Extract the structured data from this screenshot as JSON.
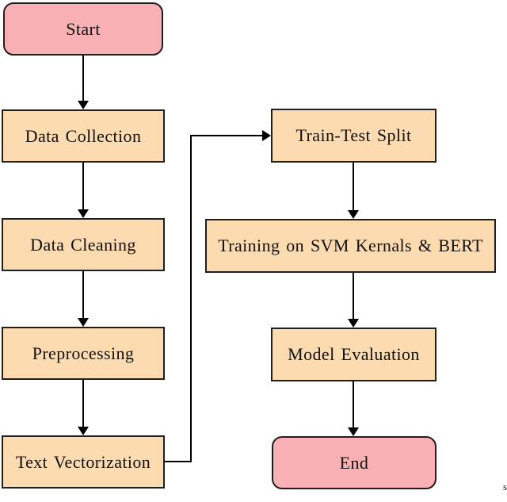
{
  "diagram": {
    "type": "flowchart",
    "background": "#ffffff",
    "colors": {
      "terminal_fill": "#fab1b5",
      "process_fill": "#fcdbb0",
      "node_border": "#1f1f1f",
      "arrow": "#000000"
    },
    "nodes": {
      "start": {
        "label": "Start",
        "shape": "rounded-terminal"
      },
      "data_collection": {
        "label": "Data Collection",
        "shape": "process"
      },
      "data_cleaning": {
        "label": "Data Cleaning",
        "shape": "process"
      },
      "preprocessing": {
        "label": "Preprocessing",
        "shape": "process"
      },
      "text_vectorization": {
        "label": "Text Vectorization",
        "shape": "process"
      },
      "train_test_split": {
        "label": "Train-Test Split",
        "shape": "process"
      },
      "training_svm_bert": {
        "label": "Training on SVM Kernals & BERT",
        "shape": "process"
      },
      "model_evaluation": {
        "label": "Model Evaluation",
        "shape": "process"
      },
      "end": {
        "label": "End",
        "shape": "rounded-terminal"
      }
    },
    "edges": [
      {
        "from": "start",
        "to": "data_collection",
        "style": "straight-down"
      },
      {
        "from": "data_collection",
        "to": "data_cleaning",
        "style": "straight-down"
      },
      {
        "from": "data_cleaning",
        "to": "preprocessing",
        "style": "straight-down"
      },
      {
        "from": "preprocessing",
        "to": "text_vectorization",
        "style": "straight-down"
      },
      {
        "from": "text_vectorization",
        "to": "train_test_split",
        "style": "orthogonal-right-up-right"
      },
      {
        "from": "train_test_split",
        "to": "training_svm_bert",
        "style": "straight-down"
      },
      {
        "from": "training_svm_bert",
        "to": "model_evaluation",
        "style": "straight-down"
      },
      {
        "from": "model_evaluation",
        "to": "end",
        "style": "straight-down"
      }
    ],
    "edge_fragment": "s"
  }
}
